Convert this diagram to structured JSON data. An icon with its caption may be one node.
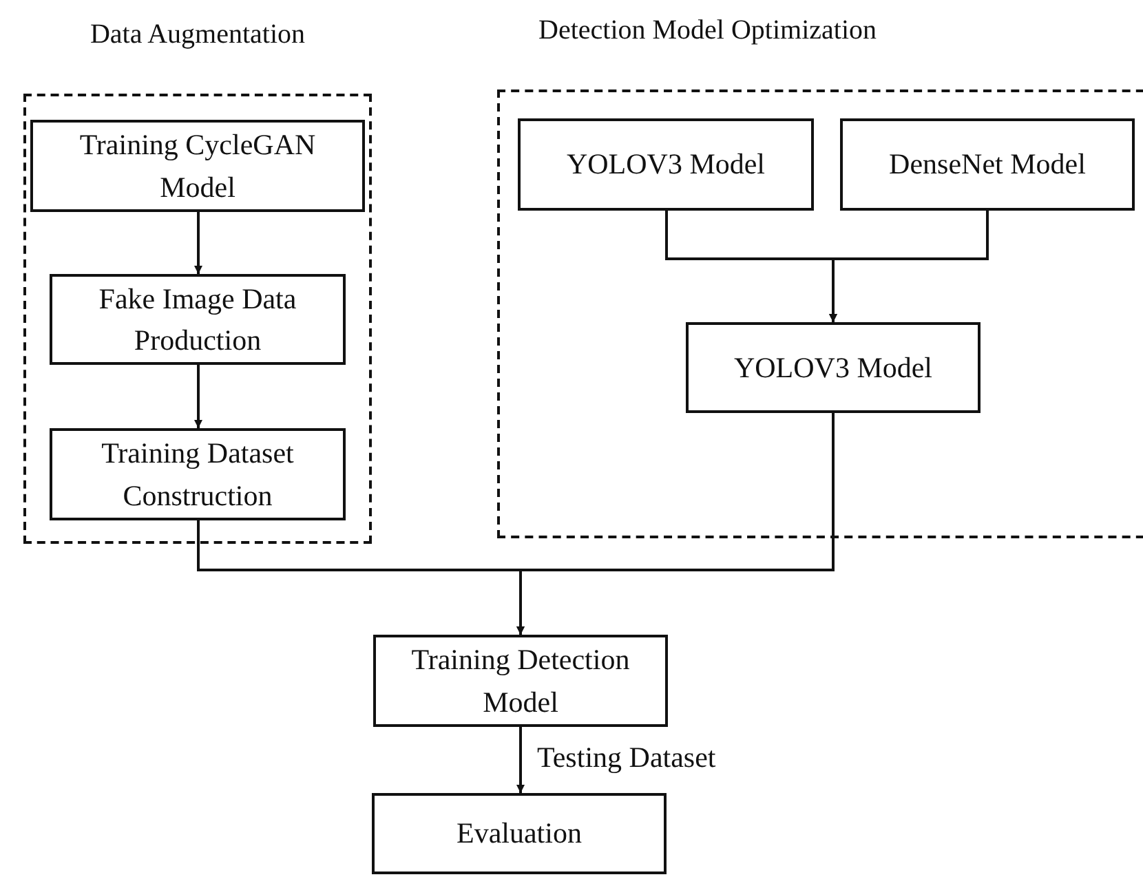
{
  "diagram": {
    "nodes": [
      {
        "text": [
          "Data Augmentation"
        ]
      },
      {
        "text": [
          "Training CycleGAN Model"
        ],
        "in": 0
      },
      {
        "text": [
          "Fake Image Data Production"
        ],
        "in": 0
      },
      {
        "text": [
          "Training Dataset Construction"
        ],
        "in": 0
      },
      {
        "text": [
          "Detection Model Optimization"
        ]
      },
      {
        "text": [
          "YOLOV3 Model"
        ],
        "in": 4
      },
      {
        "text": [
          "DenseNet Model"
        ],
        "in": 4
      },
      {
        "text": [
          "YOLOV3 Model"
        ],
        "in": 4
      },
      {
        "text": [
          "Training Detection Model"
        ]
      },
      {
        "text": [
          "Evaluation"
        ]
      }
    ],
    "edges": [
      {
        "from": 1,
        "to": 2,
        "arrow": "to"
      },
      {
        "from": 2,
        "to": 3,
        "arrow": "to"
      },
      {
        "from": 5,
        "to": 7,
        "arrow": "to"
      },
      {
        "from": 6,
        "to": 7,
        "arrow": "to"
      },
      {
        "from": 3,
        "to": 8,
        "arrow": "to"
      },
      {
        "from": 7,
        "to": 8,
        "arrow": "to"
      },
      {
        "from": 8,
        "to": 9,
        "arrow": "to",
        "label": "Testing Dataset"
      }
    ]
  }
}
